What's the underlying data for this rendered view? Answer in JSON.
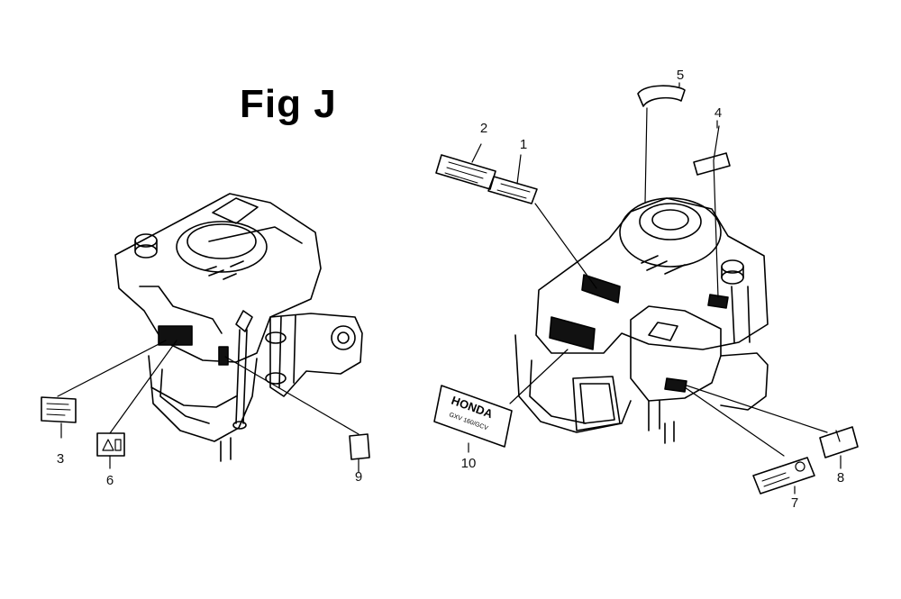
{
  "title": "Fig J",
  "callouts": {
    "c1": "1",
    "c2": "2",
    "c3": "3",
    "c4": "4",
    "c5": "5",
    "c6": "6",
    "c7": "7",
    "c8": "8",
    "c9": "9",
    "c10": "10"
  },
  "label_texts": {
    "honda_decal": "HONDA",
    "honda_decal_sub": "GXV 160/GCV",
    "warning_symbol": "⚠"
  },
  "colors": {
    "line": "#000000",
    "background": "#ffffff",
    "decal_fill": "#111111"
  }
}
